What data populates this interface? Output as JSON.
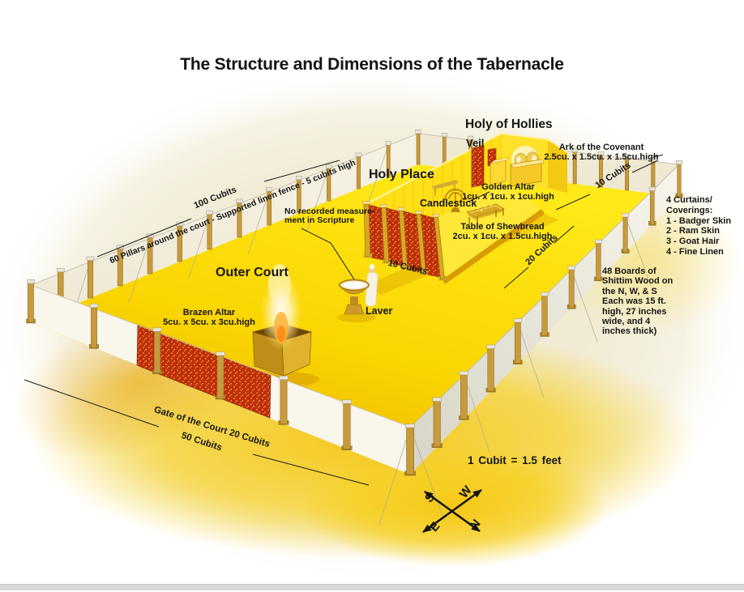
{
  "title": "The Structure and Dimensions of the Tabernacle",
  "areas": {
    "holy_of_hollies": "Holy of Hollies",
    "holy_place": "Holy Place",
    "outer_court": "Outer Court"
  },
  "items": {
    "veil": "Veil",
    "ark": {
      "name": "Ark of the Covenant",
      "dims": "2.5cu. x 1.5cu. x 1.5cu.high"
    },
    "golden_altar": {
      "name": "Golden Altar",
      "dims": "1cu. x 1cu. x 1cu.high"
    },
    "candlestick": "Candlestick",
    "table_of_shewbread": {
      "name": "Table of Shewbread",
      "dims": "2cu. x 1cu. x 1.5cu.high"
    },
    "brazen_altar": {
      "name": "Brazen Altar",
      "dims": "5cu. x 5cu. x 3cu.high"
    },
    "laver": {
      "name": "Laver",
      "note_line1": "No recorded measure-",
      "note_line2": "ment in Scripture"
    }
  },
  "dimensions": {
    "court_length": "100 Cubits",
    "court_pillars_note": "60 Pillars around the court - Supported linen fence - 5 cubits high",
    "tabernacle_width_right": "10 Cubits",
    "holy_place_length": "20 Cubits",
    "tabernacle_front_width": "10 Cubits",
    "gate": "Gate of the Court 20 Cubits",
    "court_width": "50 Cubits",
    "cubit_conversion": "1 Cubit = 1.5 feet"
  },
  "notes": {
    "curtains": {
      "lines": [
        "4 Curtains/",
        "Coverings:",
        "1 - Badger Skin",
        "2 - Ram Skin",
        "3 - Goat Hair",
        "4 - Fine Linen"
      ]
    },
    "boards": {
      "lines": [
        "48 Boards of",
        "Shittim Wood on",
        "the N, W, & S",
        "Each was 15 ft.",
        "high, 27 inches",
        "wide, and 4",
        "inches thick)"
      ]
    }
  },
  "compass": {
    "s": "S",
    "w": "W",
    "e": "E",
    "n": "N"
  },
  "colors": {
    "court_yellow": "#f9d800",
    "curtain_red": "#bf2e06",
    "pillar_gold": "#c79a3c",
    "background_cream": "#f2ecd6",
    "scrollbar_gray": "#d6dad6"
  }
}
